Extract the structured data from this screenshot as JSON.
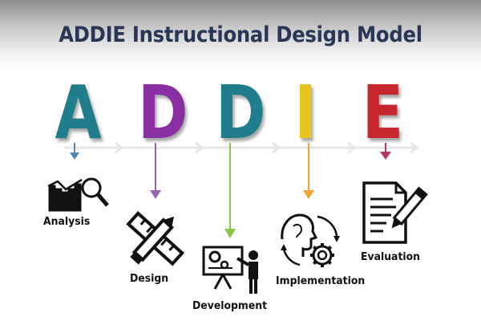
{
  "title": "ADDIE Instructional Design Model",
  "colors": {
    "A": "#1f7d8c",
    "D1": "#8a2ea3",
    "D2": "#1f7d8c",
    "I": "#e8c51c",
    "E": "#c8262e",
    "arrow_A": "#4f87b8",
    "arrow_D1": "#9367b5",
    "arrow_D2": "#8cc54a",
    "arrow_I": "#f2a531",
    "arrow_E": "#b73569",
    "timeline": "#e6e6e6"
  },
  "letters": [
    "A",
    "D",
    "D",
    "I",
    "E"
  ],
  "phases": [
    {
      "label": "Analysis",
      "icon": "analysis-chart-magnifier-icon"
    },
    {
      "label": "Design",
      "icon": "ruler-pencil-icon"
    },
    {
      "label": "Development",
      "icon": "presentation-gears-icon"
    },
    {
      "label": "Implementation",
      "icon": "head-cycle-gear-icon"
    },
    {
      "label": "Evaluation",
      "icon": "document-pen-icon"
    }
  ]
}
